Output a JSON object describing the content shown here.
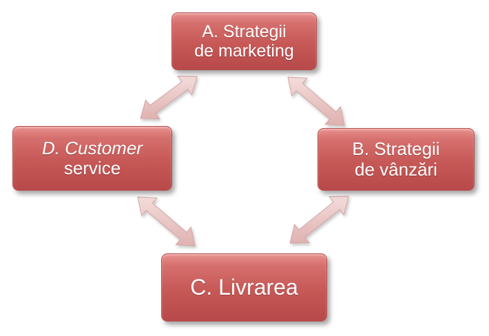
{
  "diagram": {
    "nodes": {
      "a": {
        "line1": "A. Strategii",
        "line2": "de marketing"
      },
      "b": {
        "line1": "B. Strategii",
        "line2": "de vânzări"
      },
      "c": {
        "line1": "C. Livrarea"
      },
      "d": {
        "line1": "D. Customer",
        "line2": "service"
      }
    },
    "colors": {
      "node_fill": "#c65856",
      "node_border": "#b5504f",
      "node_text": "#ffffff",
      "arrow_fill": "#e9c6c4",
      "arrow_edge": "#d3a4a2"
    },
    "connections": [
      {
        "from": "a",
        "to": "b",
        "style": "double-arrow"
      },
      {
        "from": "b",
        "to": "c",
        "style": "double-arrow"
      },
      {
        "from": "c",
        "to": "d",
        "style": "double-arrow"
      },
      {
        "from": "d",
        "to": "a",
        "style": "double-arrow"
      }
    ]
  }
}
